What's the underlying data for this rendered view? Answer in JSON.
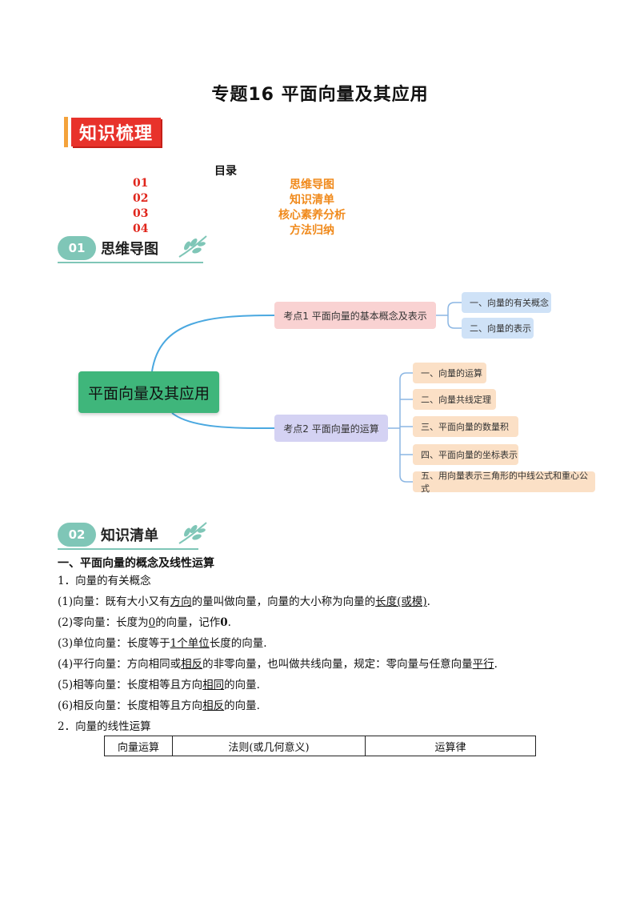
{
  "title": "专题16  平面向量及其应用",
  "banner": "知识梳理",
  "toc": {
    "title": "目录",
    "items": [
      {
        "num": "01",
        "text": "思维导图"
      },
      {
        "num": "02",
        "text": "知识清单"
      },
      {
        "num": "03",
        "text": "核心素养分析"
      },
      {
        "num": "04",
        "text": "方法归纳"
      }
    ]
  },
  "sections": {
    "mindmap": {
      "num": "01",
      "label": "思维导图"
    },
    "checklist": {
      "num": "02",
      "label": "知识清单"
    }
  },
  "mindmap": {
    "root": "平面向量及其应用",
    "k1": {
      "label": "考点1 平面向量的基本概念及表示",
      "children": [
        "一、向量的有关概念",
        "二、向量的表示"
      ]
    },
    "k2": {
      "label": "考点2 平面向量的运算",
      "children": [
        "一、向量的运算",
        "二、向量共线定理",
        "三、平面向量的数量积",
        "四、平面向量的坐标表示",
        "五、用向量表示三角形的中线公式和重心公式"
      ]
    },
    "colors": {
      "root": "#3fb67b",
      "k1": "#f9d2d2",
      "k2": "#d4d2f3",
      "blue": "#cfe2f7",
      "orange": "#fbe0c6"
    }
  },
  "body": {
    "heading": "一、平面向量的概念及线性运算",
    "sub1": "1．向量的有关概念",
    "l1": {
      "a": "(1)向量：既有大小又有",
      "b": "方向",
      "c": "的量叫做向量，向量的大小称为向量的",
      "d": "长度(或模)",
      "e": "."
    },
    "l2": {
      "a": "(2)零向量：长度为",
      "b": "0",
      "c": "的向量，记作",
      "d": "0",
      "e": "."
    },
    "l3": {
      "a": "(3)单位向量：长度等于",
      "b": "1个单位",
      "c": "长度的向量."
    },
    "l4": {
      "a": "(4)平行向量：方向相同或",
      "b": "相反",
      "c": "的非零向量，也叫做共线向量，规定：零向量与任意向量",
      "d": "平行",
      "e": "."
    },
    "l5": {
      "a": "(5)相等向量：长度相等且方向",
      "b": "相同",
      "c": "的向量."
    },
    "l6": {
      "a": "(6)相反向量：长度相等且方向",
      "b": "相反",
      "c": "的向量."
    },
    "sub2": "2．向量的线性运算",
    "table_headers": [
      "向量运算",
      "法则(或几何意义)",
      "运算律"
    ]
  }
}
